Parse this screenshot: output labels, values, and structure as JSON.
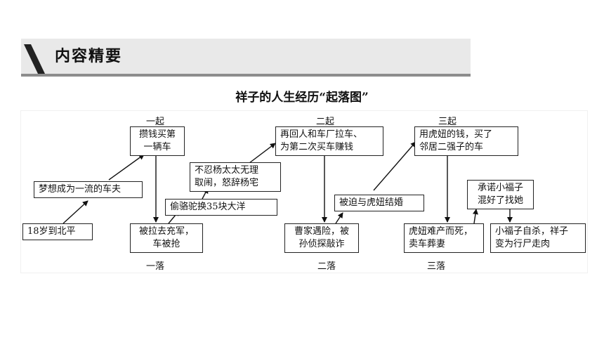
{
  "header": {
    "title": "内容精要"
  },
  "diagram": {
    "title": "祥子的人生经历“起落图”",
    "labels": {
      "rise1": "一起",
      "rise2": "二起",
      "rise3": "三起",
      "fall1": "一落",
      "fall2": "二落",
      "fall3": "三落"
    },
    "boxes": {
      "b18": "18岁到北平",
      "dream": "梦想成为一流的车夫",
      "save": [
        "攒钱买第",
        "一辆车"
      ],
      "seized": [
        "被拉去充军，",
        "车被抢"
      ],
      "camels": "偷骆驼换35块大洋",
      "refuse": [
        "不忍杨太太无理",
        "取闹，怒辞杨宅"
      ],
      "backpull": [
        "再回人和车厂拉车、",
        "为第二次买车赚钱"
      ],
      "cao": [
        "曹家遇险，被",
        "孙侦探敲诈"
      ],
      "forced": "被迫与虎妞结婚",
      "tiger": [
        "用虎妞的钱，买了",
        "邻居二强子的车"
      ],
      "death": [
        "虎妞难产而死，",
        "卖车葬妻"
      ],
      "promise": [
        "承诺小福子",
        "混好了找她"
      ],
      "suicide": [
        "小福子自杀，祥子",
        "变为行尸走肉"
      ]
    }
  }
}
